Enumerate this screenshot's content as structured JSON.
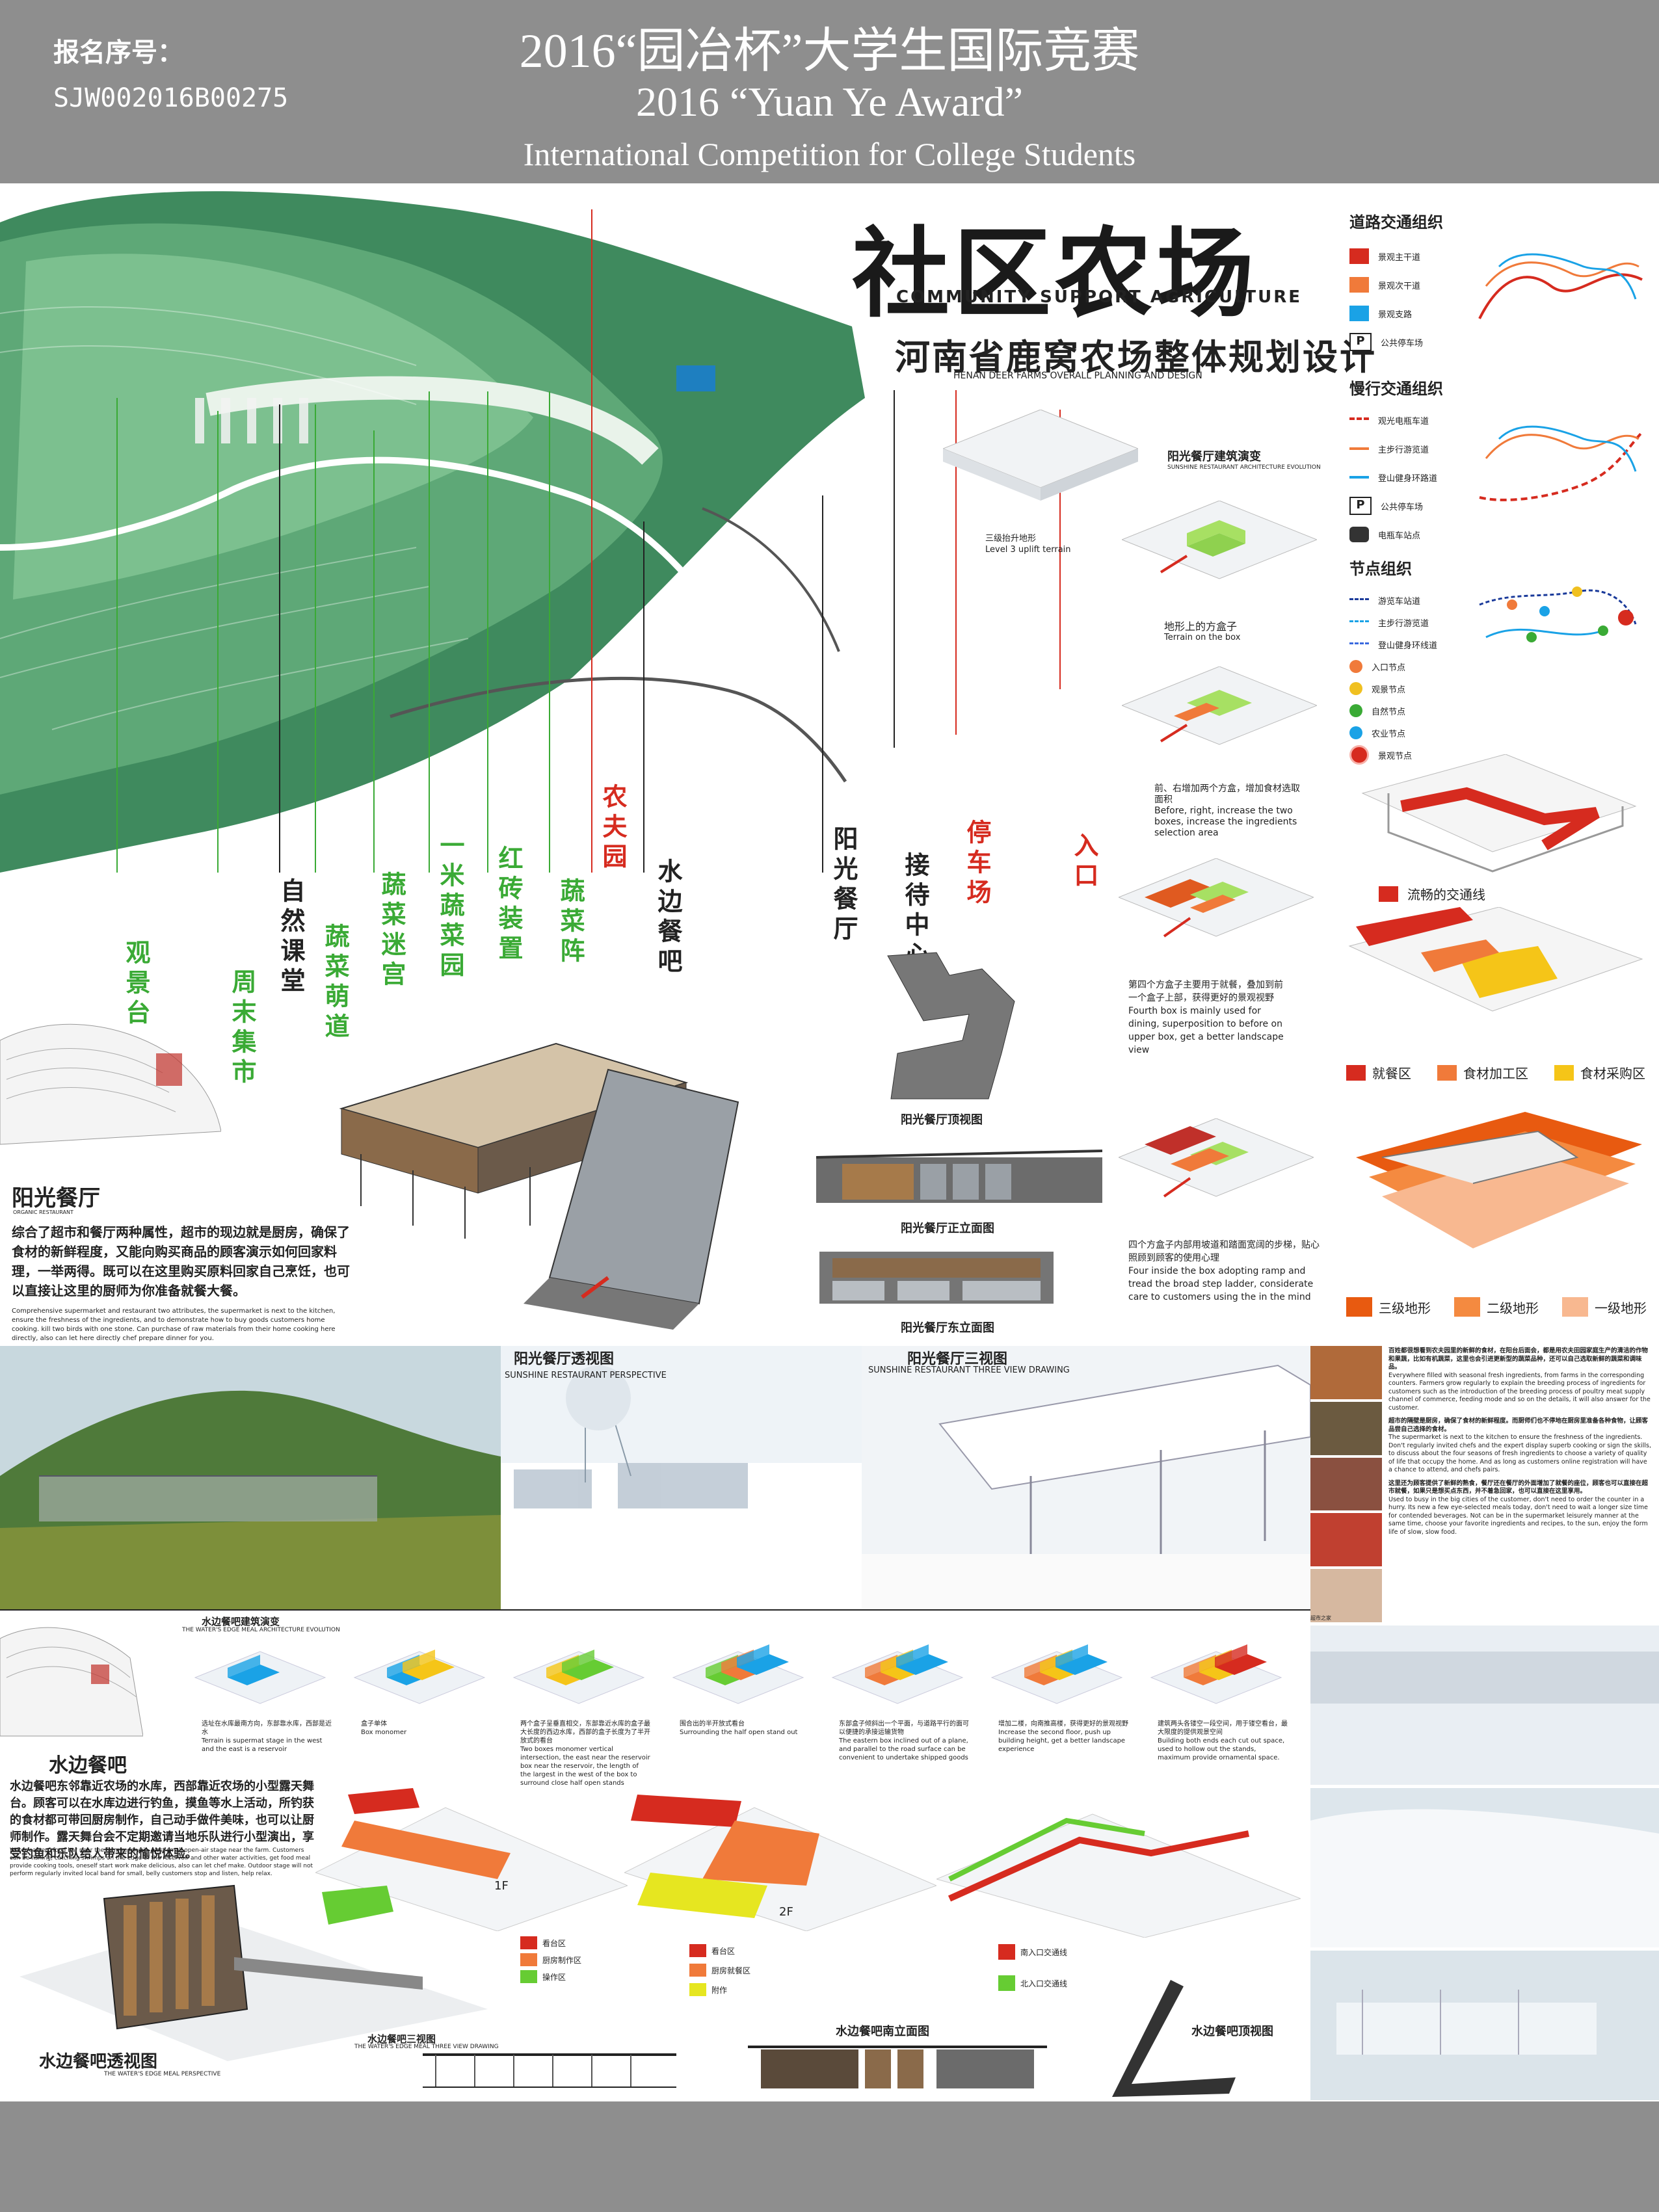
{
  "header": {
    "serial_label": "报名序号：",
    "serial_no": "SJW002016B00275",
    "title_cn": "2016“园冶杯”大学生国际竞赛",
    "title_en": "2016 “Yuan Ye Award”",
    "subtitle_en": "International Competition for College Students"
  },
  "title": {
    "main": "社区农场",
    "main_en": "COMMUNITY SUPPORT AGRICULTURE",
    "project": "河南省鹿窝农场整体规划设计",
    "project_en": "HENAN DEER FARMS OVERALL PLANNING AND DESIGN"
  },
  "legend": {
    "road_title": "道路交通组织",
    "road_items": [
      "景观主干道",
      "景观次干道",
      "景观支路",
      "公共停车场"
    ],
    "slow_title": "慢行交通组织",
    "slow_items": [
      "观光电瓶车道",
      "主步行游览道",
      "登山健身环路道",
      "公共停车场",
      "电瓶车站点"
    ],
    "node_title": "节点组织",
    "node_items": [
      "游览车站道",
      "主步行游览道",
      "登山健身环线道",
      "入口节点",
      "观景节点",
      "自然节点",
      "农业节点",
      "景观节点"
    ],
    "colors": {
      "red": "#d62b1f",
      "orange": "#f07a3a",
      "blue": "#1aa2e6",
      "green": "#3aaa35"
    }
  },
  "map_labels": [
    {
      "cn": "观景台",
      "color": "#3aaa35"
    },
    {
      "cn": "周末集市",
      "color": "#3aaa35"
    },
    {
      "cn": "自然课堂",
      "color": "#222222"
    },
    {
      "cn": "蔬菜萌道",
      "color": "#3aaa35"
    },
    {
      "cn": "蔬菜迷宫",
      "color": "#3aaa35"
    },
    {
      "cn": "一米蔬菜园",
      "color": "#3aaa35"
    },
    {
      "cn": "红砖装置",
      "color": "#3aaa35"
    },
    {
      "cn": "蔬菜阵",
      "color": "#3aaa35"
    },
    {
      "cn": "农夫园",
      "color": "#d62b1f"
    },
    {
      "cn": "水边餐吧",
      "color": "#222222"
    },
    {
      "cn": "阳光餐厅",
      "color": "#222222"
    },
    {
      "cn": "接待中心",
      "color": "#222222"
    },
    {
      "cn": "停车场",
      "color": "#d62b1f"
    },
    {
      "cn": "入口",
      "color": "#d62b1f"
    }
  ],
  "evolution": {
    "title": "阳光餐厅建筑演变",
    "title_en": "SUNSHINE RESTAURANT ARCHITECTURE EVOLUTION",
    "step1": "三级抬升地形",
    "step1_en": "Level 3 uplift terrain",
    "step2": "地形上的方盒子",
    "step2_en": "Terrain on the box",
    "step3": "前、右增加两个方盒，增加食材选取面积",
    "step3_en": "Before, right, increase the two boxes, increase the ingredients selection area",
    "step4": "第四个方盒子主要用于就餐，叠加到前一个盒子上部，获得更好的景观视野",
    "step4_en": "Fourth box is mainly used for dining, superposition to before on upper box, get a better landscape view",
    "step5": "四个方盒子内部用坡道和踏面宽阔的步梯，贴心照顾到顾客的使用心理",
    "step5_en": "Four inside the box adopting ramp and tread the broad step ladder, considerate care to customers using the in the mind"
  },
  "right_legend": {
    "flow": "流畅的交通线",
    "zones": [
      "就餐区",
      "食材加工区",
      "食材采购区"
    ],
    "terrain": [
      "三级地形",
      "二级地形",
      "一级地形"
    ]
  },
  "sunshine": {
    "name": "阳光餐厅",
    "name_en": "ORGANIC RESTAURANT",
    "desc_cn": "综合了超市和餐厅两种属性，超市的现边就是厨房，确保了食材的新鲜程度，又能向购买商品的顾客演示如何回家料理，一举两得。既可以在这里购买原料回家自己烹饪，也可以直接让这里的厨师为你准备就餐大餐。",
    "desc_en": "Comprehensive supermarket and restaurant two attributes, the supermarket is next to the kitchen, ensure the freshness of the ingredients, and to demonstrate how to buy goods customers home cooking. kill two birds with one stone. Can purchase of raw materials from their home cooking here directly, also can let here directly chef prepare dinner for you.",
    "top_view": "阳光餐厅顶视图",
    "front_elev": "阳光餐厅正立面图",
    "east_elev": "阳光餐厅东立面图",
    "perspective": "阳光餐厅透视图",
    "perspective_en": "SUNSHINE RESTAURANT PERSPECTIVE",
    "three_view": "阳光餐厅三视图",
    "three_view_en": "SUNSHINE RESTAURANT THREE VIEW DRAWING"
  },
  "market_text": [
    "百姓都很想看到农夫园里的新鲜的食材，在阳台后面会，都是用农夫田园家庭生产的清洁的作物和果蔬，比如有机蔬菜，这里也会引进更新型的蔬菜品种，还可以自己选取新鲜的蔬菜和调味品。",
    "Everywhere filled with seasonal fresh ingredients, from farms in the corresponding counters. Farmers grow regularly to explain the breeding process of ingredients for customers such as the introduction of the breeding process of poultry meat supply channel of commerce, feeding mode and so on the details, it will also answer for the customer.",
    "超市的隔壁是厨房，确保了食材的新鲜程度。而厨师们也不停地在厨房里准备各种食物，让顾客品尝自己选择的食材。",
    "The supermarket is next to the kitchen to ensure the freshness of the ingredients. Don't regularly invited chefs and the expert display superb cooking or sign the skills, to discuss about the four seasons of fresh ingredients to choose a variety of quality of life that occupy the home. And as long as customers online registration will have a chance to attend, and chefs pairs.",
    "这里还为顾客提供了新鲜的熟食，餐厅还在餐厅的外面增加了就餐的座位，顾客也可以直接在超市就餐，如果只是想买点东西，并不着急回家，也可以直接在这里享用。",
    "Used to busy in the big cities of the customer, don't need to order the counter in a hurry. Its new a few eye-selected meals today, don't need to wait a longer size time for contended beverages. Not can be in the supermarket leisurely manner at the same time, choose your favorite ingredients and recipes, to the sun, enjoy the form life of slow, slow food.",
    "超市之家"
  ],
  "waterside": {
    "evo_title": "水边餐吧建筑演变",
    "evo_title_en": "THE WATER'S EDGE MEAL ARCHITECTURE EVOLUTION",
    "steps": [
      {
        "cn": "选址在水库最南方向，东部靠水库，西部是近水",
        "en": "Terrain is supermat stage in the west and the east is a reservoir"
      },
      {
        "cn": "盒子单体",
        "en": "Box monomer"
      },
      {
        "cn": "两个盒子呈垂直相交，东部靠近水库的盒子最大长度的西边水库，西部的盒子长度为了半开放式的看台",
        "en": "Two boxes monomer vertical intersection, the east near the reservoir box near the reservoir, the length of the largest in the west of the box to surround close half open stands"
      },
      {
        "cn": "围合出的半开放式看台",
        "en": "Surrounding the half open stand out"
      },
      {
        "cn": "东部盒子倾斜出一个平面，与道路平行的面可以便捷的承接运输货物",
        "en": "The eastern box inclined out of a plane, and parallel to the road surface can be convenient to undertake shipped goods"
      },
      {
        "cn": "增加二楼，向南推高楼，获得更好的景观视野",
        "en": "Increase the second floor, push up building height, get a better landscape experience"
      },
      {
        "cn": "建筑两头各镂空一段空间，用于镂空看台，最大限度的提供观景空间",
        "en": "Building both ends each cut out space, used to hollow out the stands, maximum provide ornamental space."
      }
    ],
    "name": "水边餐吧",
    "desc_cn": "水边餐吧东邻靠近农场的水库，西部靠近农场的小型露天舞台。顾客可以在水库边进行钓鱼，摸鱼等水上活动，所钓获的食材都可带回厨房制作，自己动手做件美味，也可以让厨师制作。露天舞台会不定期邀请当地乐队进行小型演出，享受钓鱼和乐队给人带来的愉悦体验。",
    "desc_en": "Water eastern food bar near the farm reservoir, west small open-air stage near the farm. Customers can be fishing, catching shrimps on the edge of the reservoir and other water activities, get food meal provide cooking tools, oneself start work make delicious, also can let chef make. Outdoor stage will not perform regularly invited local band for small, belly customers stop and listen, help relax.",
    "floor1": "1F",
    "floor2": "2F",
    "leg1": [
      "看台区",
      "厨房制作区",
      "操作区"
    ],
    "leg2": [
      "看台区",
      "厨房就餐区",
      "附作"
    ],
    "leg3": [
      "南入口交通线",
      "北入口交通线"
    ],
    "three_view": "水边餐吧三视图",
    "three_view_en": "THE WATER'S EDGE MEAL THREE VIEW DRAWING",
    "south_elev": "水边餐吧南立面图",
    "top_view": "水边餐吧顶视图",
    "perspective": "水边餐吧透视图",
    "perspective_en": "THE WATER'S EDGE MEAL PERSPECTIVE"
  }
}
